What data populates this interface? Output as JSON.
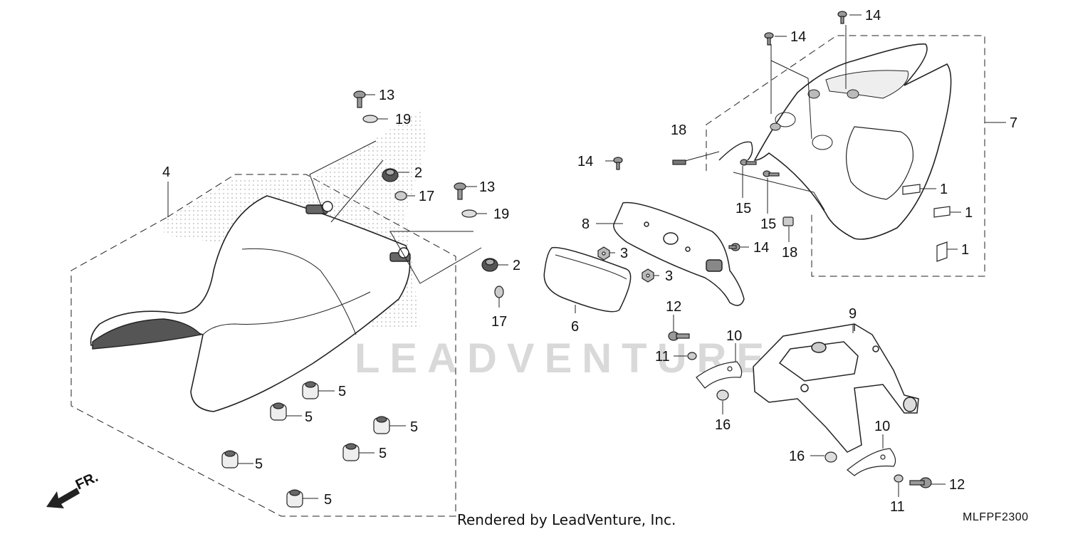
{
  "watermark": "LEADVENTURE",
  "footer": "Rendered by LeadVenture, Inc.",
  "diagram_code": "MLFPF2300",
  "front_marker": "FR.",
  "callouts": {
    "c1a": "1",
    "c1b": "1",
    "c1c": "1",
    "c2a": "2",
    "c2b": "2",
    "c3a": "3",
    "c3b": "3",
    "c4": "4",
    "c5a": "5",
    "c5b": "5",
    "c5c": "5",
    "c5d": "5",
    "c5e": "5",
    "c5f": "5",
    "c6": "6",
    "c7": "7",
    "c8": "8",
    "c9": "9",
    "c10a": "10",
    "c10b": "10",
    "c11a": "11",
    "c11b": "11",
    "c12a": "12",
    "c12b": "12",
    "c13a": "13",
    "c13b": "13",
    "c14a": "14",
    "c14b": "14",
    "c14c": "14",
    "c14d": "14",
    "c15a": "15",
    "c15b": "15",
    "c16a": "16",
    "c16b": "16",
    "c17a": "17",
    "c17b": "17",
    "c18a": "18",
    "c18b": "18",
    "c19a": "19",
    "c19b": "19"
  }
}
